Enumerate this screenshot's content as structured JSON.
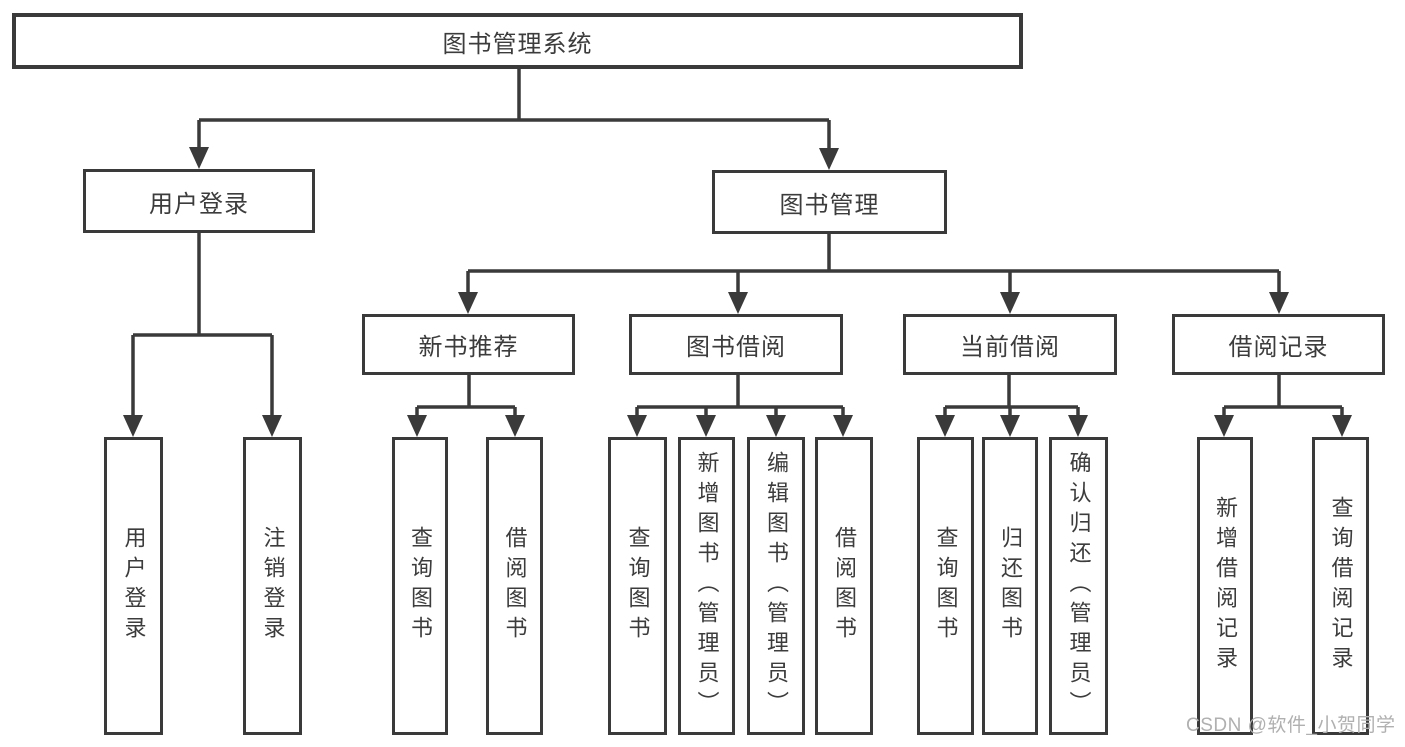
{
  "diagram": {
    "type": "tree",
    "root": {
      "label": "图书管理系统"
    },
    "branches": [
      {
        "label": "用户登录",
        "children": [
          {
            "label": "用户登录"
          },
          {
            "label": "注销登录"
          }
        ]
      },
      {
        "label": "图书管理",
        "children": [
          {
            "label": "新书推荐",
            "children": [
              {
                "label": "查询图书"
              },
              {
                "label": "借阅图书"
              }
            ]
          },
          {
            "label": "图书借阅",
            "children": [
              {
                "label": "查询图书"
              },
              {
                "label": "新增图书（管理员）"
              },
              {
                "label": "编辑图书（管理员）"
              },
              {
                "label": "借阅图书"
              }
            ]
          },
          {
            "label": "当前借阅",
            "children": [
              {
                "label": "查询图书"
              },
              {
                "label": "归还图书"
              },
              {
                "label": "确认归还（管理员）"
              }
            ]
          },
          {
            "label": "借阅记录",
            "children": [
              {
                "label": "新增借阅记录"
              },
              {
                "label": "查询借阅记录"
              }
            ]
          }
        ]
      }
    ]
  },
  "watermark": {
    "text": "CSDN @软件_小贺同学"
  },
  "colors": {
    "stroke": "#3a3a3a",
    "text": "#3c3c3c",
    "box_fill": "#ffffff",
    "background": "#ffffff",
    "watermark": "#b0b0b0"
  }
}
